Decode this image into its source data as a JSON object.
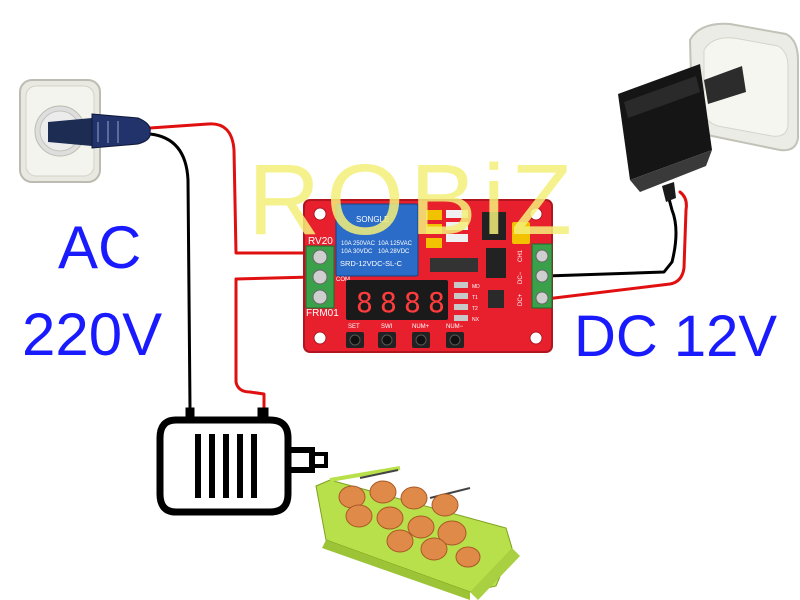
{
  "labels": {
    "ac_line1": "AC",
    "ac_line2": "220V",
    "dc": "DC 12V"
  },
  "watermark": "ROBiZ",
  "module": {
    "model": "FRM01",
    "potentiometer": "RV20",
    "relay": {
      "brand": "SONGLE",
      "rating_left": "10A 250VAC",
      "rating_left2": "10A 30VDC",
      "rating_right": "10A 125VAC",
      "rating_right2": "10A 28VDC",
      "part": "SRD-12VDC-SL-C"
    },
    "display_digits": [
      "8",
      "8",
      "8",
      "8"
    ],
    "buttons": [
      "SET",
      "SWI",
      "NUM+",
      "NUM−"
    ],
    "leds": [
      "MD",
      "T1",
      "T2",
      "NX"
    ],
    "power_terminal_labels": [
      "CH1",
      "DC−",
      "DC+"
    ],
    "relay_terminal_label": "COM"
  },
  "colors": {
    "label_blue": "#1a1aff",
    "watermark_yellow": "#f4f07a",
    "board_red": "#e8202e",
    "terminal_green": "#3aa04a",
    "wire_red": "#e01010",
    "wire_black": "#000000",
    "tray_green": "#b8e04a"
  },
  "icons": [
    "wall-socket-icon",
    "ac-plug-icon",
    "dc-adapter-icon",
    "motor-icon",
    "egg-tray-icon"
  ]
}
